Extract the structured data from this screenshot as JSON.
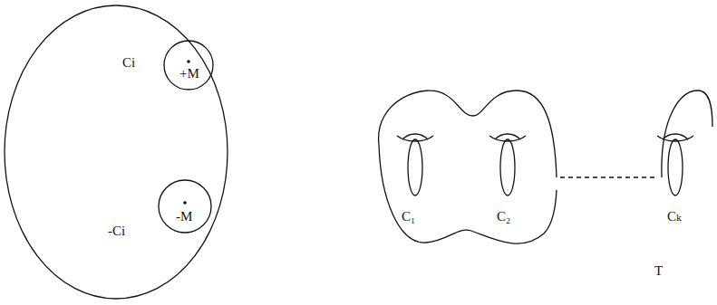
{
  "diagram": {
    "nodes": [
      {
        "text": [
          "Ci",
          "+M"
        ]
      },
      {
        "text": [
          "-Ci",
          "-M"
        ]
      }
    ],
    "labels": [
      "C₁",
      "C₂",
      "Cₖ",
      "T"
    ]
  }
}
